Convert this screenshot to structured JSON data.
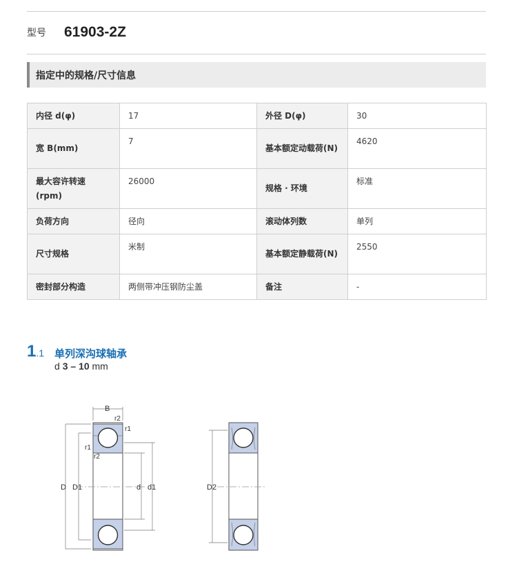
{
  "model": {
    "label": "型号",
    "value": "61903-2Z"
  },
  "section": {
    "title": "指定中的规格/尺寸信息"
  },
  "specs": {
    "rows": [
      {
        "k1": "内径 d(φ)",
        "v1": "17",
        "k2": "外径 D(φ)",
        "v2": "30"
      },
      {
        "k1": "宽 B(mm)",
        "v1": "7",
        "k2": "基本额定动载荷(N)",
        "v2": "4620"
      },
      {
        "k1": "最大容许转速(rpm)",
        "v1": "26000",
        "k2": "规格 · 环境",
        "v2": "标准"
      },
      {
        "k1": "负荷方向",
        "v1": "径向",
        "k2": "滚动体列数",
        "v2": "单列"
      },
      {
        "k1": "尺寸规格",
        "v1": "米制",
        "k2": "基本额定静载荷(N)",
        "v2": "2550"
      },
      {
        "k1": "密封部分构造",
        "v1": "两侧带冲压钢防尘盖",
        "k2": "备注",
        "v2": "-"
      }
    ]
  },
  "catalog": {
    "num_big": "1",
    "num_small": ".1",
    "title": "单列深沟球轴承",
    "sub_prefix": "d",
    "sub_range": "3 – 10",
    "sub_unit": "mm"
  },
  "drawing": {
    "labels": {
      "B": "B",
      "r2_top": "r2",
      "r1_top": "r1",
      "r1_left": "r1",
      "r2_left": "r2",
      "D": "D",
      "D1": "D1",
      "d": "d",
      "d1": "d1",
      "D2": "D2"
    },
    "colors": {
      "ring_fill": "#c5d1e8",
      "line": "#555555"
    }
  }
}
